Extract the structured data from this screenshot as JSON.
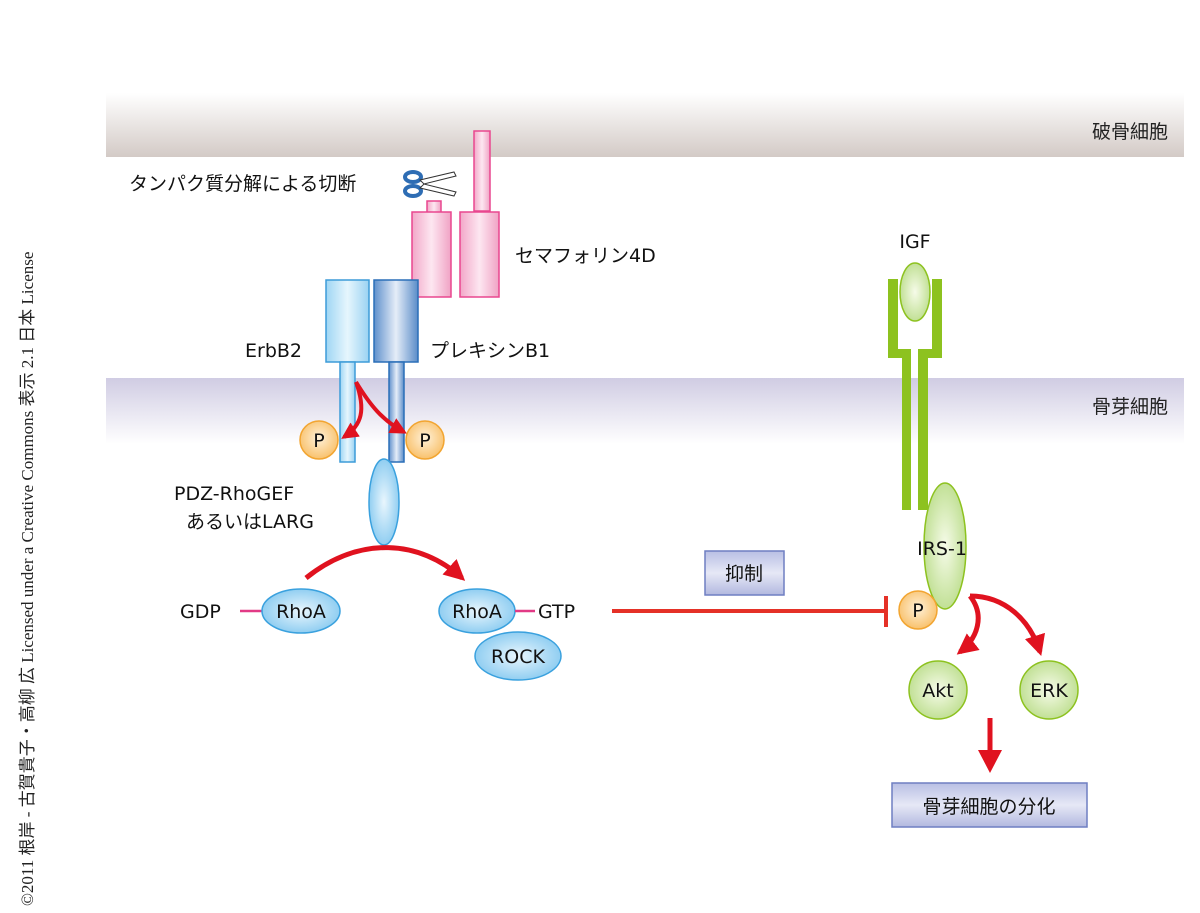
{
  "credit": "©2011 根岸 - 古賀貴子・高柳 広 Licensed under a Creative Commons 表示 2.1 日本 License",
  "zones": {
    "osteoclast": "破骨細胞",
    "osteoblast": "骨芽細胞"
  },
  "labels": {
    "cleavage": "タンパク質分解による切断",
    "semaphorin": "セマフォリン4D",
    "erbb2": "ErbB2",
    "plexin": "プレキシンB1",
    "gef_line1": "PDZ-RhoGEF",
    "gef_line2": "あるいはLARG",
    "gdp": "GDP",
    "rhoa_inactive": "RhoA",
    "rhoa_active": "RhoA",
    "gtp": "GTP",
    "rock": "ROCK",
    "inhibition": "抑制",
    "igf": "IGF",
    "irs1": "IRS-1",
    "phospho": "P",
    "akt": "Akt",
    "erk": "ERK",
    "differentiation": "骨芽細胞の分化"
  },
  "icons": {
    "scissors": "scissors-icon"
  },
  "colors": {
    "osteoclast_band": "#d6cdc8",
    "osteoblast_band": "#d5d2e6",
    "semaphorin": "#e9478f",
    "erbb2": "#4aa8e0",
    "plexin": "#2a6fb8",
    "phospho": "#f2a531",
    "gef": "#3aa1de",
    "igf_receptor": "#8dc21f",
    "arrow_red": "#e0121f",
    "inhibit_line": "#e53127",
    "label_box": "#aab2dc"
  }
}
